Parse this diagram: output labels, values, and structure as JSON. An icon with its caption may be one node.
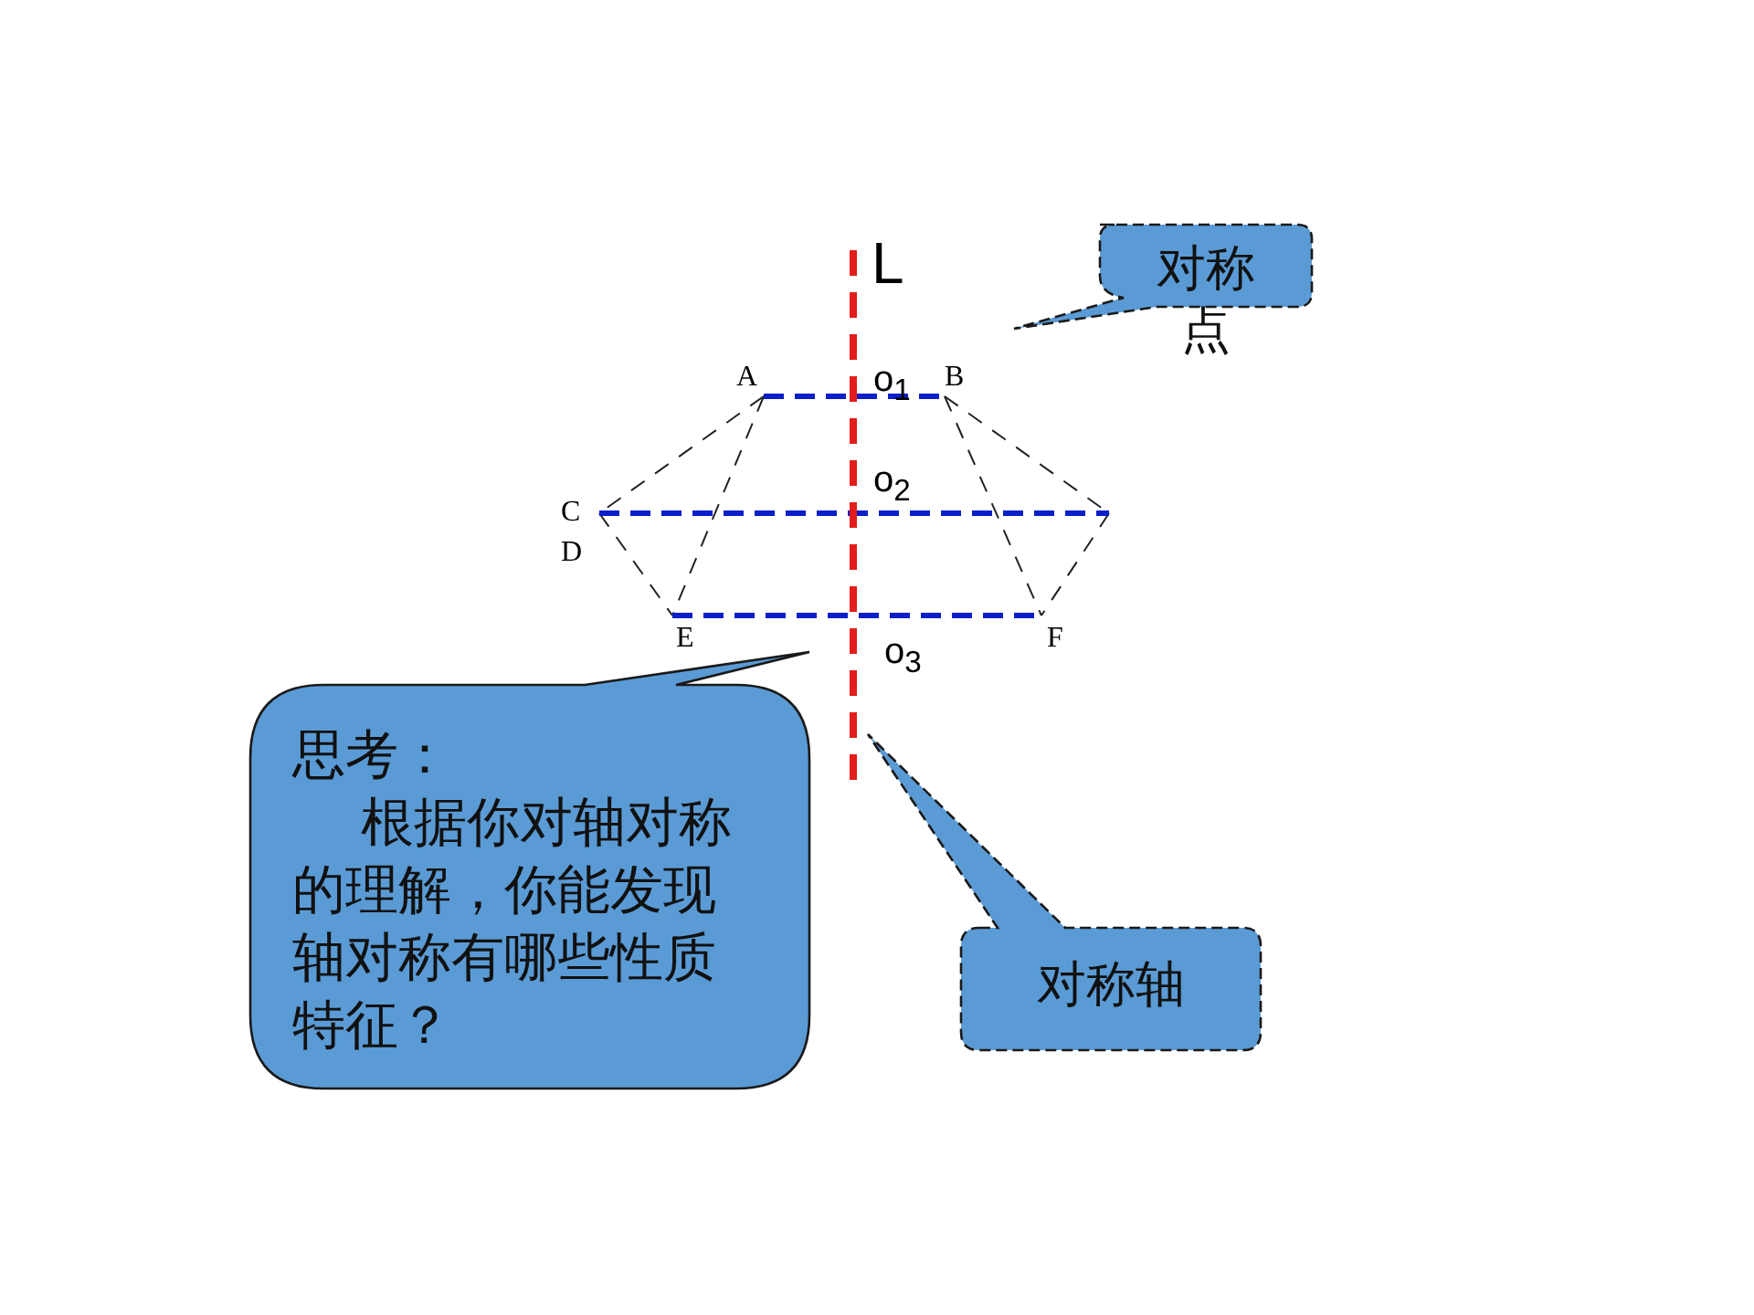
{
  "diagram": {
    "nodes": [
      {
        "text": [
          "对称点"
        ]
      },
      {
        "text": [
          "思考：",
          "根据你对轴对称的理解，你能发现轴对称有哪些性质特征？"
        ]
      },
      {
        "text": [
          "对称轴"
        ]
      }
    ],
    "labels": [
      "L",
      "A",
      "o$_{1}$",
      "B",
      "o$_{2}$",
      "C",
      "D",
      "E",
      "F",
      "o$_{3}$"
    ]
  }
}
